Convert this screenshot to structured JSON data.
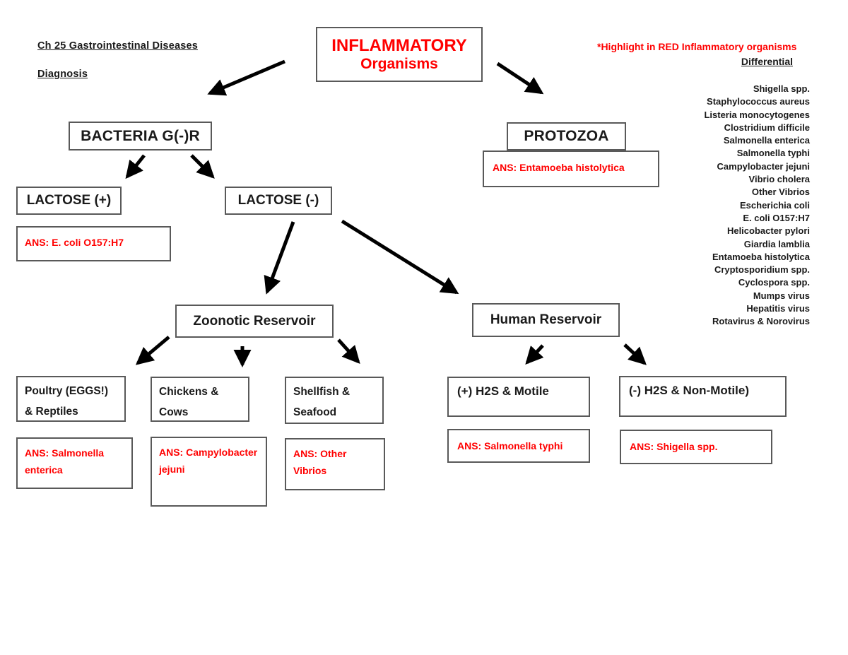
{
  "colors": {
    "highlight_red": "#ff0000",
    "box_border": "#595959",
    "arrow_black": "#000000"
  },
  "header": {
    "title_line1": "Ch 25 Gastrointestinal  Diseases",
    "title_line2": "Diagnosis"
  },
  "note": {
    "highlight": "*Highlight in RED Inflammatory organisms",
    "differential_heading": "Differential",
    "differential_list": [
      "Shigella spp.",
      "Staphylococcus aureus",
      "Listeria monocytogenes",
      "Clostridium difficile",
      "Salmonella enterica",
      "Salmonella typhi",
      "Campylobacter jejuni",
      "Vibrio cholera",
      "Other Vibrios",
      "Escherichia coli",
      "E. coli O157:H7",
      "Helicobacter pylori",
      "Giardia lamblia",
      "Entamoeba histolytica",
      "Cryptosporidium spp.",
      "Cyclospora spp.",
      "Mumps virus",
      "Hepatitis virus",
      "Rotavirus & Norovirus"
    ]
  },
  "nodes": {
    "inflammatory": {
      "line1": "INFLAMMATORY",
      "line2": "Organisms"
    },
    "bacteria": {
      "label": "BACTERIA G(-)R"
    },
    "protozoa": {
      "label": "PROTOZOA"
    },
    "ans_protozoa": {
      "label": "ANS: Entamoeba histolytica"
    },
    "lactose_pos": {
      "label": "LACTOSE (+)"
    },
    "lactose_neg": {
      "label": "LACTOSE (-)"
    },
    "ans_lactose_pos": {
      "label": "ANS: E. coli O157:H7"
    },
    "zoonotic": {
      "label": "Zoonotic Reservoir"
    },
    "human": {
      "label": "Human Reservoir"
    },
    "poultry": {
      "line1": "Poultry (EGGS!)",
      "line2": "& Reptiles"
    },
    "chickens": {
      "line1": "Chickens &",
      "line2": "Cows"
    },
    "shellfish": {
      "line1": "Shellfish &",
      "line2": "Seafood"
    },
    "ans_poultry": {
      "line1": "ANS: Salmonella",
      "line2": "enterica"
    },
    "ans_chickens": {
      "line1": "ANS: Campylobacter",
      "line2": "jejuni"
    },
    "ans_shellfish": {
      "line1": "ANS: Other",
      "line2": "Vibrios"
    },
    "h2s_pos": {
      "label": "(+) H2S & Motile"
    },
    "h2s_neg": {
      "label": "(-) H2S & Non-Motile)"
    },
    "ans_h2s_pos": {
      "label": "ANS: Salmonella typhi"
    },
    "ans_h2s_neg": {
      "label": "ANS: Shigella spp."
    }
  }
}
